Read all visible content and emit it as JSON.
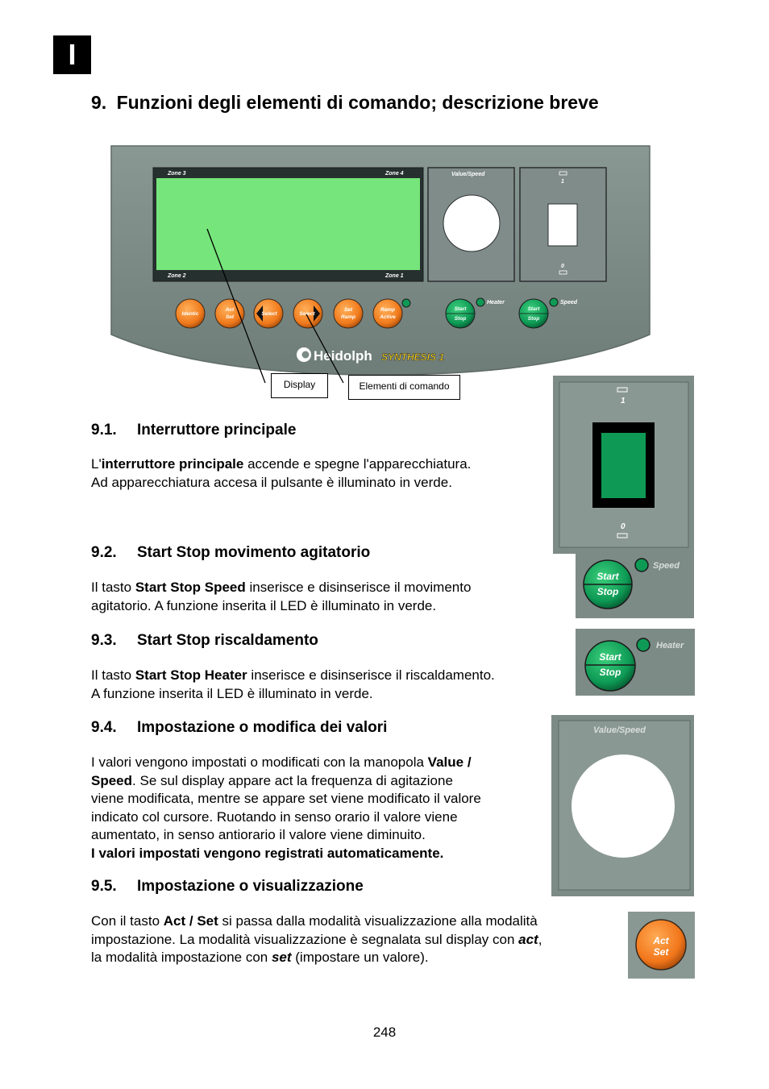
{
  "language_tab": "I",
  "heading": {
    "number": "9.",
    "title": "Funzioni degli elementi di comando; descrizione breve"
  },
  "panel": {
    "zone3": "Zone 3",
    "zone4": "Zone 4",
    "zone2": "Zone 2",
    "zone1": "Zone 1",
    "value_speed": "Value/Speed",
    "switch_on": "1",
    "switch_off": "0",
    "buttons": [
      {
        "line1": "Identic",
        "line2": ""
      },
      {
        "line1": "Act",
        "line2": "Set"
      },
      {
        "line1": "Select",
        "line2": ""
      },
      {
        "line1": "Select",
        "line2": ""
      },
      {
        "line1": "Set",
        "line2": "Ramp"
      },
      {
        "line1": "Ramp",
        "line2": "Active"
      }
    ],
    "start": "Start",
    "stop": "Stop",
    "heater": "Heater",
    "speed": "Speed",
    "brand": "Heidolph",
    "model": "SYNTHESIS 1",
    "callout_display": "Display",
    "callout_controls": "Elementi di comando",
    "colors": {
      "panel": "#7d8b87",
      "display": "#76e57b",
      "orange": "#f07a1c",
      "green": "#0e9a55"
    }
  },
  "sections": [
    {
      "number": "9.1.",
      "title": "Interruttore principale",
      "lines": [
        {
          "pre": "L'",
          "bold": "interruttore principale",
          "post": " accende e spegne l'apparecchiatura."
        },
        {
          "pre": "Ad apparecchiatura accesa il pulsante è illuminato in verde.",
          "bold": "",
          "post": ""
        }
      ]
    },
    {
      "number": "9.2.",
      "title": "Start Stop movimento agitatorio",
      "lines": [
        {
          "pre": "Il tasto ",
          "bold": "Start Stop Speed",
          "post": " inserisce e disinserisce il movimento"
        },
        {
          "pre": "agitatorio. A funzione inserita il LED è illuminato in verde.",
          "bold": "",
          "post": ""
        }
      ]
    },
    {
      "number": "9.3.",
      "title": "Start Stop riscaldamento",
      "lines": [
        {
          "pre": "Il tasto ",
          "bold": "Start Stop Heater",
          "post": " inserisce e disinserisce il riscaldamento."
        },
        {
          "pre": "A funzione inserita il LED è illuminato in verde.",
          "bold": "",
          "post": ""
        }
      ]
    },
    {
      "number": "9.4.",
      "title": "Impostazione o modifica dei valori",
      "lines": [
        {
          "pre": "I valori vengono impostati o modificati con la manopola ",
          "bold": "Value /",
          "post": ""
        },
        {
          "pre": "",
          "bold": "Speed",
          "post": ". Se sul display appare act la frequenza di agitazione"
        },
        {
          "pre": "viene modificata, mentre se appare set viene modificato il valore",
          "bold": "",
          "post": ""
        },
        {
          "pre": "indicato col cursore. Ruotando in senso orario il valore viene",
          "bold": "",
          "post": ""
        },
        {
          "pre": "aumentato, in senso antiorario il valore viene diminuito.",
          "bold": "",
          "post": ""
        },
        {
          "pre": "",
          "bold": "I valori impostati vengono registrati automaticamente.",
          "post": ""
        }
      ]
    },
    {
      "number": "9.5.",
      "title": "Impostazione o visualizzazione",
      "lines": [
        {
          "pre": "Con il tasto ",
          "bold": "Act / Set",
          "post": " si passa dalla modalità visualizzazione alla modalità"
        },
        {
          "pre": "impostazione. La modalità visualizzazione è segnalata sul display con ",
          "bolditalic": "act",
          "post": ","
        },
        {
          "pre": "la modalità impostazione con ",
          "bolditalic": "set",
          "post": " (impostare un valore)."
        }
      ]
    }
  ],
  "page_number": "248"
}
